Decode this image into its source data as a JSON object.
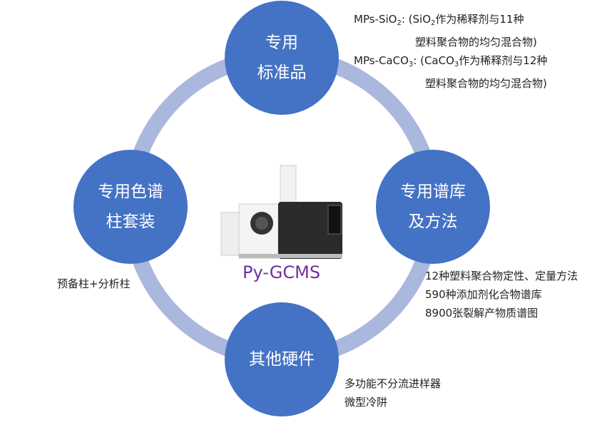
{
  "colors": {
    "node": "#4472C4",
    "ring": "#AAB8DD",
    "caption": "#7030A0"
  },
  "nodes": {
    "top": {
      "line1": "专用",
      "line2": "标准品"
    },
    "right": {
      "line1": "专用谱库",
      "line2": "及方法"
    },
    "bottom": {
      "line1": "其他硬件"
    },
    "left": {
      "line1": "专用色谱",
      "line2": "柱套装"
    }
  },
  "center": {
    "caption": "Py-GCMS"
  },
  "notes": {
    "top": {
      "sio2_prefix": "MPs-SiO",
      "sio2_sub": "2",
      "sio2_mid": ": (SiO",
      "sio2_sub2": "2",
      "sio2_rest": "作为稀释剂与11种",
      "sio2_line2": "塑料聚合物的均匀混合物)",
      "caco3_prefix": "MPs-CaCO",
      "caco3_sub": "3",
      "caco3_mid": ": (CaCO",
      "caco3_sub2": "3",
      "caco3_rest": "作为稀释剂与12种",
      "caco3_line2": "塑料聚合物的均匀混合物)"
    },
    "right": [
      "12种塑料聚合物定性、定量方法",
      "590种添加剂化合物谱库",
      "8900张裂解产物质谱图"
    ],
    "bottom": [
      "多功能不分流进样器",
      "微型冷阱"
    ],
    "left": [
      "预备柱+分析柱"
    ]
  }
}
